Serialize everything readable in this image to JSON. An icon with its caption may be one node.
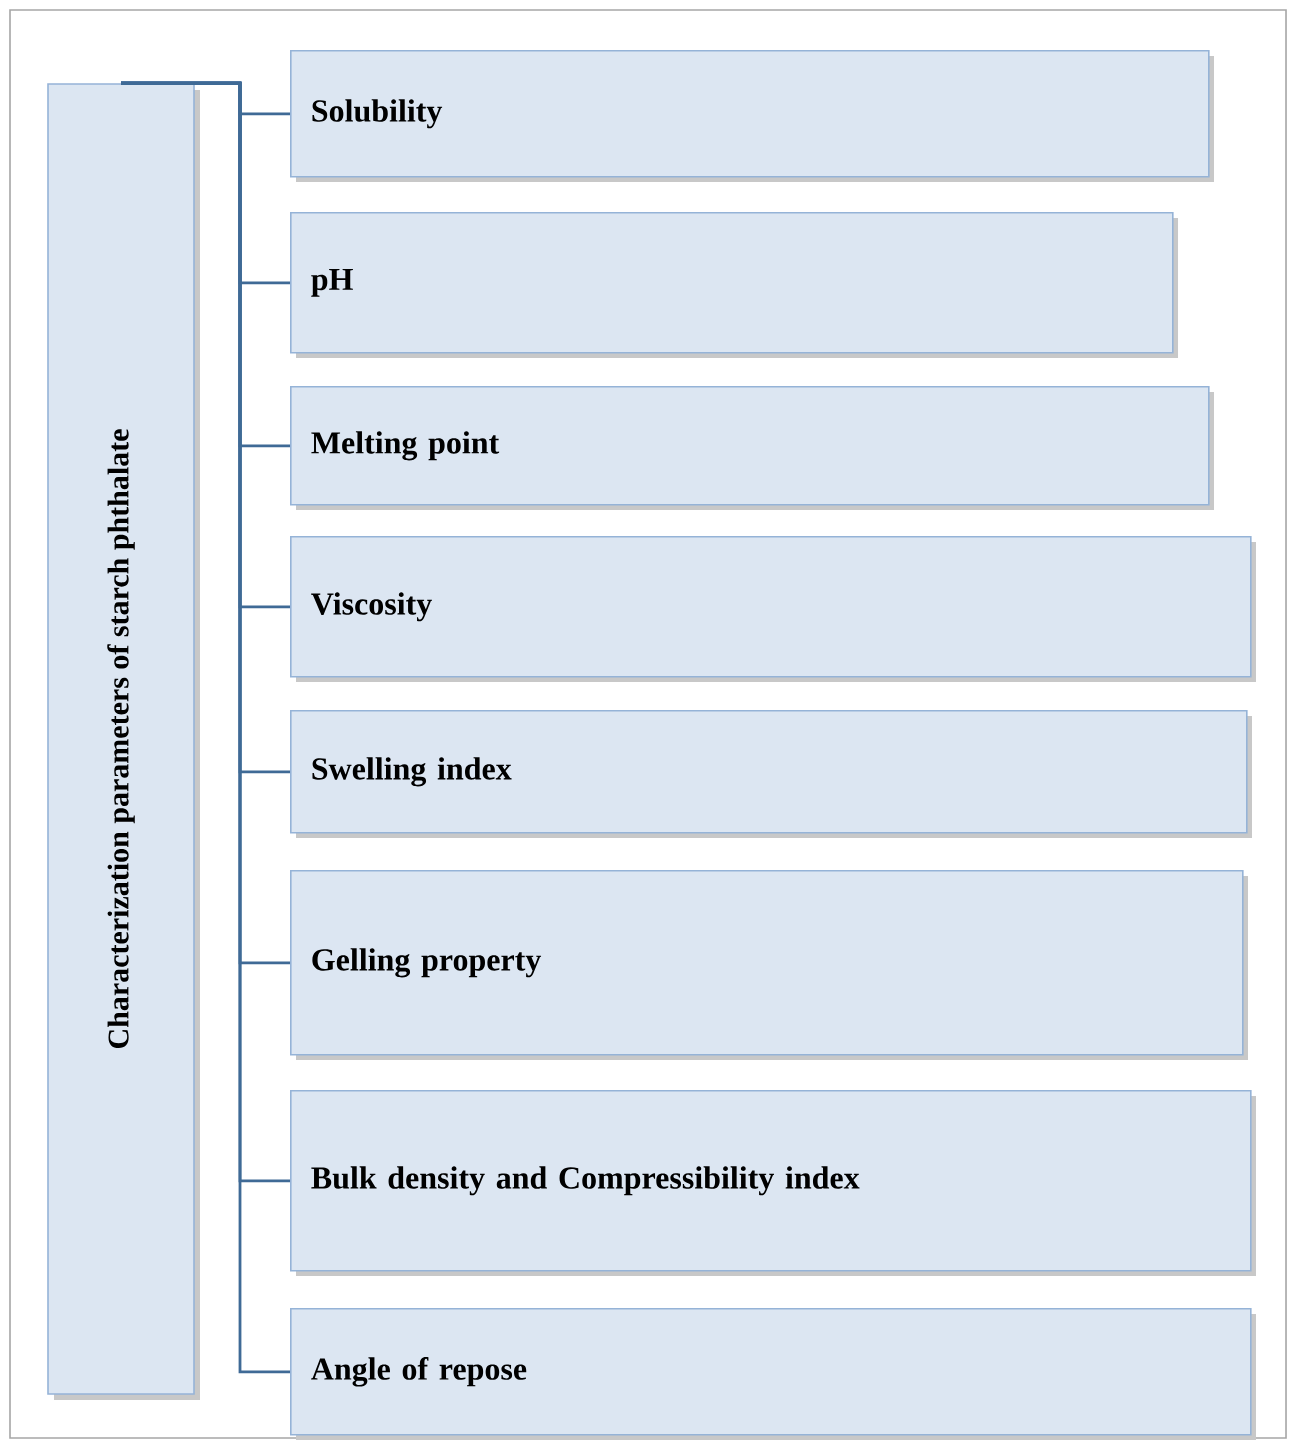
{
  "diagram": {
    "nodes": [
      {
        "text": [
          "Characterization parameters of starch phthalate"
        ]
      },
      {
        "text": [
          "Solubility"
        ]
      },
      {
        "text": [
          "pH"
        ]
      },
      {
        "text": [
          "Melting point"
        ]
      },
      {
        "text": [
          "Viscosity"
        ]
      },
      {
        "text": [
          "Swelling index"
        ]
      },
      {
        "text": [
          "Gelling property"
        ]
      },
      {
        "text": [
          "Bulk density and Compressibility  index"
        ]
      },
      {
        "text": [
          "Angle of repose"
        ]
      }
    ],
    "edges": [
      {
        "from": 0,
        "to": 1,
        "arrow": "none"
      },
      {
        "from": 0,
        "to": 2,
        "arrow": "none"
      },
      {
        "from": 0,
        "to": 3,
        "arrow": "none"
      },
      {
        "from": 0,
        "to": 4,
        "arrow": "none"
      },
      {
        "from": 0,
        "to": 5,
        "arrow": "none"
      },
      {
        "from": 0,
        "to": 6,
        "arrow": "none"
      },
      {
        "from": 0,
        "to": 7,
        "arrow": "none"
      },
      {
        "from": 0,
        "to": 8,
        "arrow": "none"
      }
    ]
  }
}
